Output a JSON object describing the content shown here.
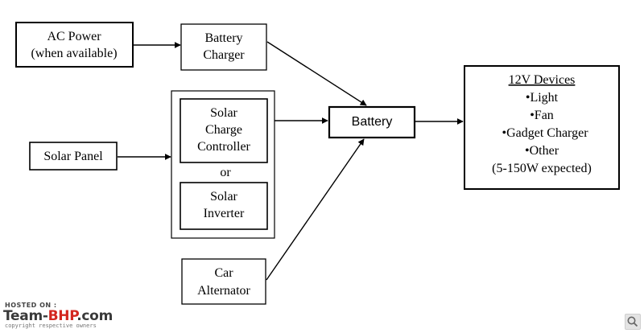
{
  "diagram": {
    "ac_power": {
      "line1": "AC Power",
      "line2": "(when available)"
    },
    "battery_charger": {
      "line1": "Battery",
      "line2": "Charger"
    },
    "solar_panel": {
      "label": "Solar Panel"
    },
    "solar_charge_controller": {
      "line1": "Solar",
      "line2": "Charge",
      "line3": "Controller"
    },
    "or_label": "or",
    "solar_inverter": {
      "line1": "Solar",
      "line2": "Inverter"
    },
    "car_alternator": {
      "line1": "Car",
      "line2": "Alternator"
    },
    "battery": {
      "label": "Battery"
    },
    "devices": {
      "title": "12V Devices",
      "items": [
        "•Light",
        "•Fan",
        "•Gadget Charger",
        "•Other"
      ],
      "note": "(5-150W expected)"
    }
  },
  "watermark": {
    "hosted": "HOSTED ON :",
    "brand_a": "Team-",
    "brand_b": "BHP",
    "brand_c": ".com",
    "copyright": "copyright respective owners",
    "brand_color": "#d3261f"
  },
  "zoom_icon": "magnifier-icon"
}
